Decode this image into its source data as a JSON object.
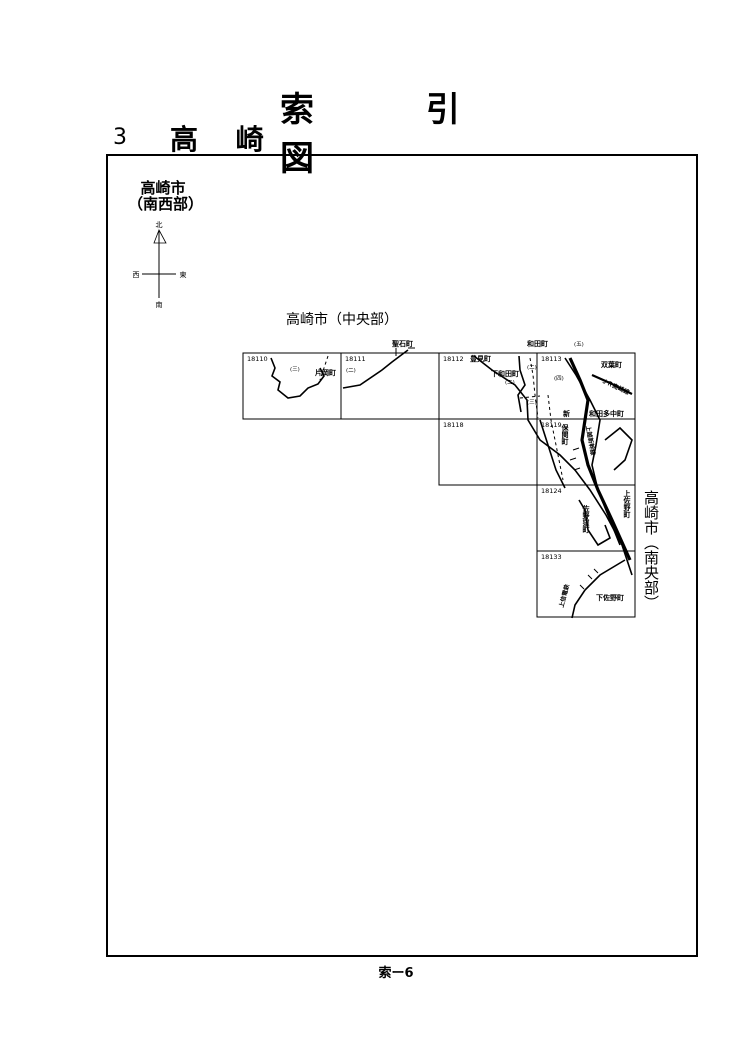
{
  "header": {
    "title": "索 引 図",
    "section_number": "3",
    "section_name": "高 崎"
  },
  "area": {
    "name_line1": "高崎市",
    "name_line2": "（南西部）"
  },
  "compass": {
    "north": "北",
    "south": "南",
    "east": "東",
    "west": "西"
  },
  "central_label": "高崎市（中央部）",
  "south_central_label": "高崎市（南央部）",
  "sheets": {
    "s18110": "18110",
    "s18111": "18111",
    "s18112": "18112",
    "s18113": "18113",
    "s18118": "18118",
    "s18119": "18119",
    "s18124": "18124",
    "s18133": "18133"
  },
  "places": {
    "seiseki": "聖石町",
    "wada": "和田町",
    "kataoka": "片岡町",
    "toyomi": "豊見町",
    "shimowada": "下和田町",
    "futaba": "双葉町",
    "jr_takasaki": "ＪＲ高崎線",
    "wadatanaka": "和田多中町",
    "shin": "新",
    "kamisano": "上佐野町",
    "sanokubo": "佐野窪町",
    "shimosano": "下佐野町",
    "shinkansen": "上越新幹線",
    "joshin": "上信電鉄",
    "yasuseki": "保関町"
  },
  "marks": {
    "m3": "(三)",
    "m2": "(二)",
    "m4": "(四)",
    "m5": "(五)"
  },
  "footer": {
    "page": "索ー6"
  }
}
